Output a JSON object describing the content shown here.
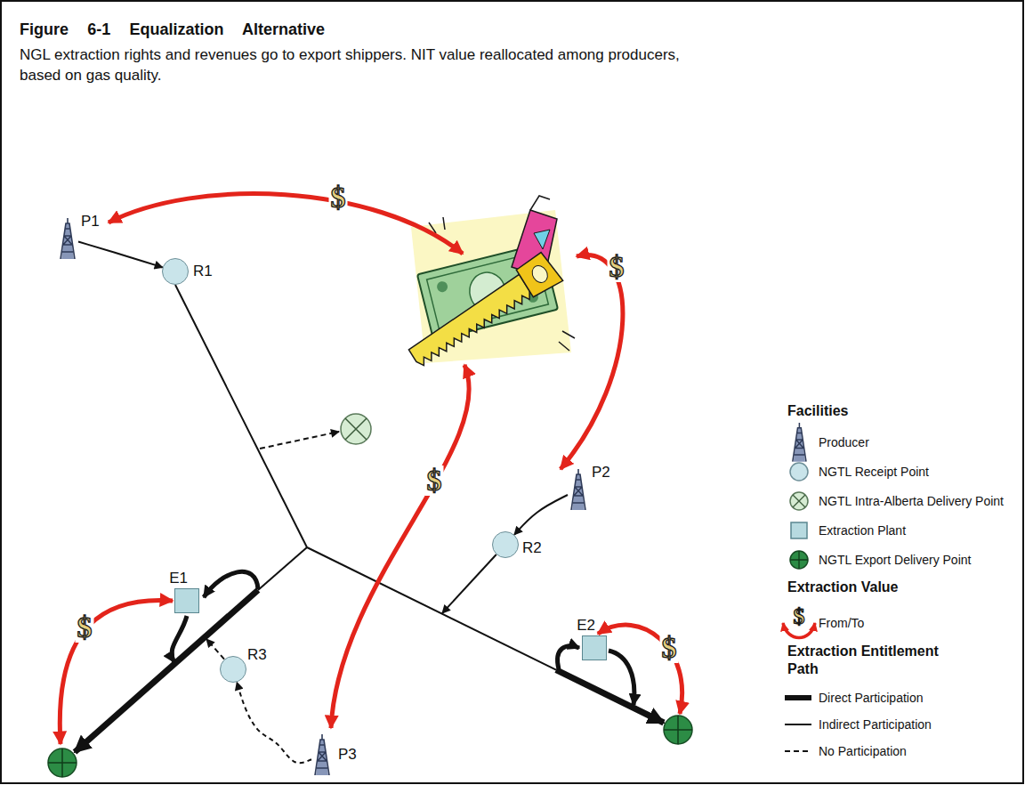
{
  "diagram": {
    "title": "Figure 6-1 Equalization Alternative",
    "caption": "NGL extraction rights and revenues go to export shippers. NIT value reallocated among producers, based on gas quality.",
    "nodes": [
      {
        "text": [
          "P1"
        ]
      },
      {
        "text": [
          "R1"
        ]
      },
      {
        "text": [
          "P2"
        ]
      },
      {
        "text": [
          "R2"
        ]
      },
      {
        "text": [
          "E1"
        ]
      },
      {
        "text": [
          "E2"
        ]
      },
      {
        "text": [
          "R3"
        ]
      },
      {
        "text": [
          "P3"
        ]
      }
    ],
    "edges": [
      {
        "from": 0,
        "to": 1,
        "arrow": "to"
      },
      {
        "from": 2,
        "to": 3,
        "arrow": "to"
      },
      {
        "from": 7,
        "to": 6,
        "arrow": "to"
      }
    ],
    "labels": [
      "Facilities",
      "Extraction Value",
      "Extraction Entitlement Path",
      "$",
      "$",
      "$",
      "$",
      "$",
      "$"
    ],
    "legend": [
      {
        "text": "Producer"
      },
      {
        "text": "NGTL Receipt Point"
      },
      {
        "text": "NGTL Intra-Alberta Delivery Point"
      },
      {
        "text": "Extraction Plant"
      },
      {
        "text": "NGTL Export Delivery Point"
      },
      {
        "text": "From/To"
      },
      {
        "text": "Direct Participation"
      },
      {
        "text": "Indirect Participation"
      },
      {
        "text": "No Participation"
      }
    ]
  }
}
